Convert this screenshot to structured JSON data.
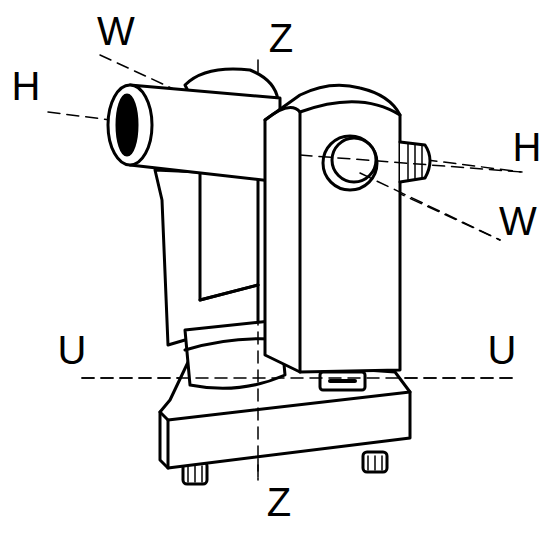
{
  "diagram": {
    "labels": [
      "W",
      "Z",
      "H",
      "H",
      "W",
      "U",
      "U",
      "Z"
    ]
  }
}
